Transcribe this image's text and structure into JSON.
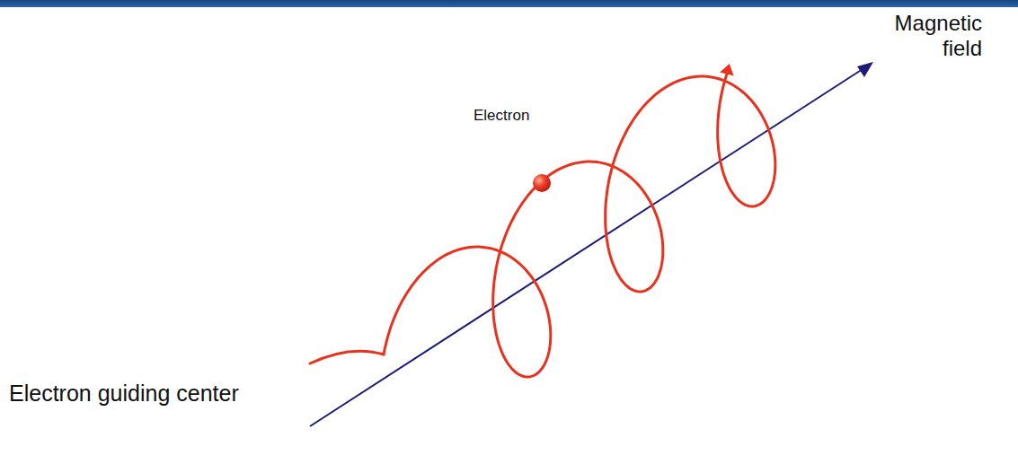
{
  "diagram": {
    "labels": [
      "Magnetic field",
      "Electron",
      "Electron guiding center"
    ]
  }
}
